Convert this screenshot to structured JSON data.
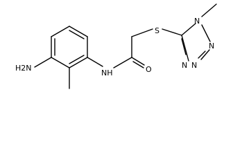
{
  "molecule": {
    "atoms": {
      "amino": "H2N",
      "amide_nh": "NH",
      "carbonyl_o": "O",
      "thio_s": "S",
      "methyl_n": "N",
      "ring_n_a": "N",
      "ring_n_b": "N",
      "ring_n_c": "N",
      "methyl_label": ""
    }
  }
}
